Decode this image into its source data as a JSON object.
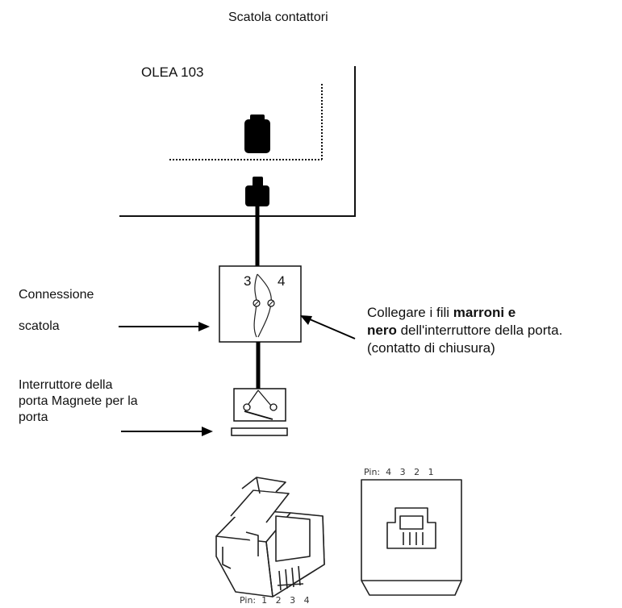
{
  "title": "Scatola contattori",
  "device_label": "OLEA 103",
  "terminal_left": "3",
  "terminal_right": "4",
  "junction_label_line1": "Connessione",
  "junction_label_line2": "scatola",
  "instruction": {
    "prefix": "Collegare i fili ",
    "bold_1": "marroni e",
    "bold_2": "nero",
    "line2_rest": " dell'interruttore della porta.",
    "line3": "(contatto di chiusura)"
  },
  "switch_label_line1": "Interruttore della",
  "switch_label_line2": "porta Magnete per la",
  "switch_label_line3": "porta",
  "plug_pin_label": "Pin:  1   2   3   4",
  "socket_pin_label": "Pin:  4   3   2   1"
}
